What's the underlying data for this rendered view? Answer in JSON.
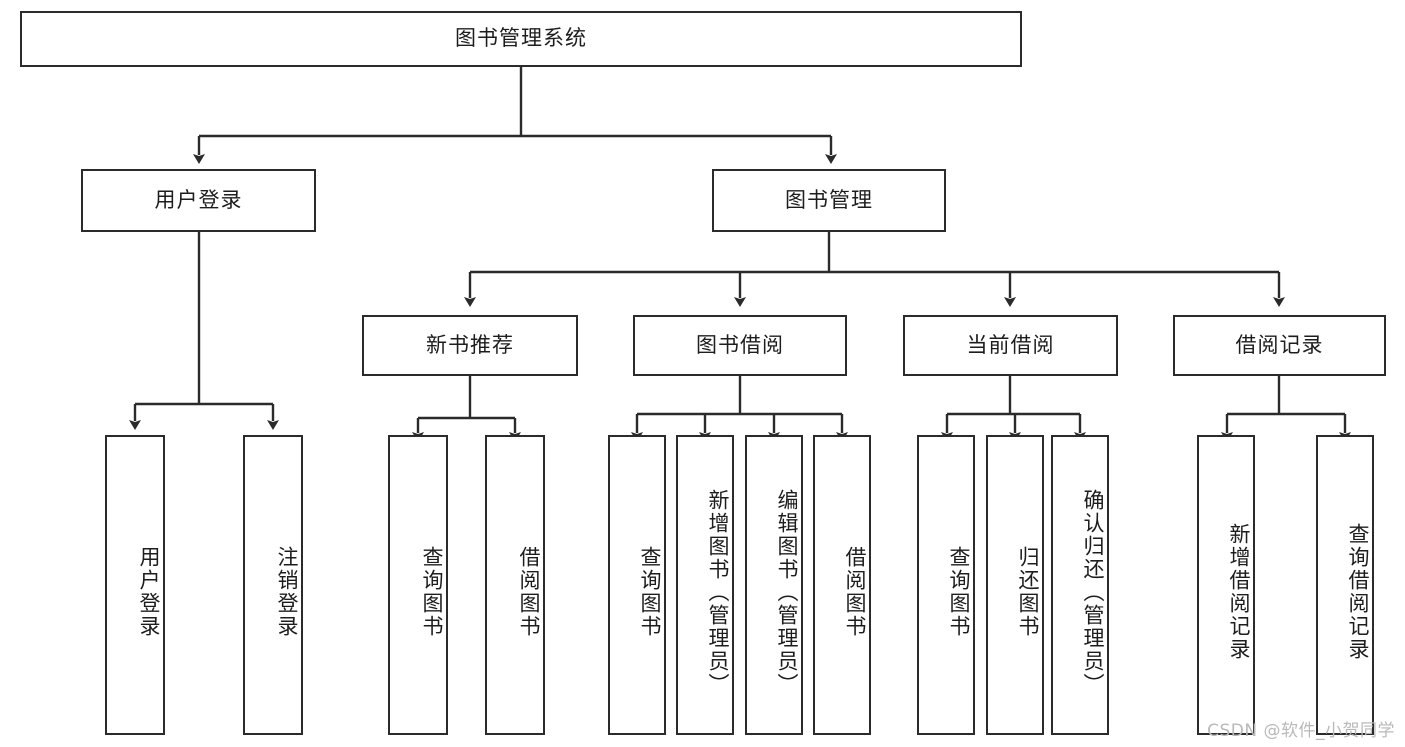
{
  "diagram": {
    "title": "图书管理系统",
    "type": "tree",
    "watermark": "CSDN @软件_小贺同学",
    "root": {
      "label": "图书管理系统"
    },
    "level2": [
      {
        "label": "用户登录"
      },
      {
        "label": "图书管理"
      }
    ],
    "level3": [
      {
        "label": "新书推荐"
      },
      {
        "label": "图书借阅"
      },
      {
        "label": "当前借阅"
      },
      {
        "label": "借阅记录"
      }
    ],
    "leaves": {
      "user_login": [
        {
          "label": "用户登录"
        },
        {
          "label": "注销登录"
        }
      ],
      "new_book_recommend": [
        {
          "label": "查询图书"
        },
        {
          "label": "借阅图书"
        }
      ],
      "book_borrow": [
        {
          "label": "查询图书"
        },
        {
          "label": "新增图书（管理员）"
        },
        {
          "label": "编辑图书（管理员）"
        },
        {
          "label": "借阅图书"
        }
      ],
      "current_borrow": [
        {
          "label": "查询图书"
        },
        {
          "label": "归还图书"
        },
        {
          "label": "确认归还（管理员）"
        }
      ],
      "borrow_record": [
        {
          "label": "新增借阅记录"
        },
        {
          "label": "查询借阅记录"
        }
      ]
    },
    "colors": {
      "stroke": "#2b2b2b",
      "fill": "#ffffff",
      "text": "#1d1d1d",
      "watermark": "#b9b9b9"
    }
  }
}
